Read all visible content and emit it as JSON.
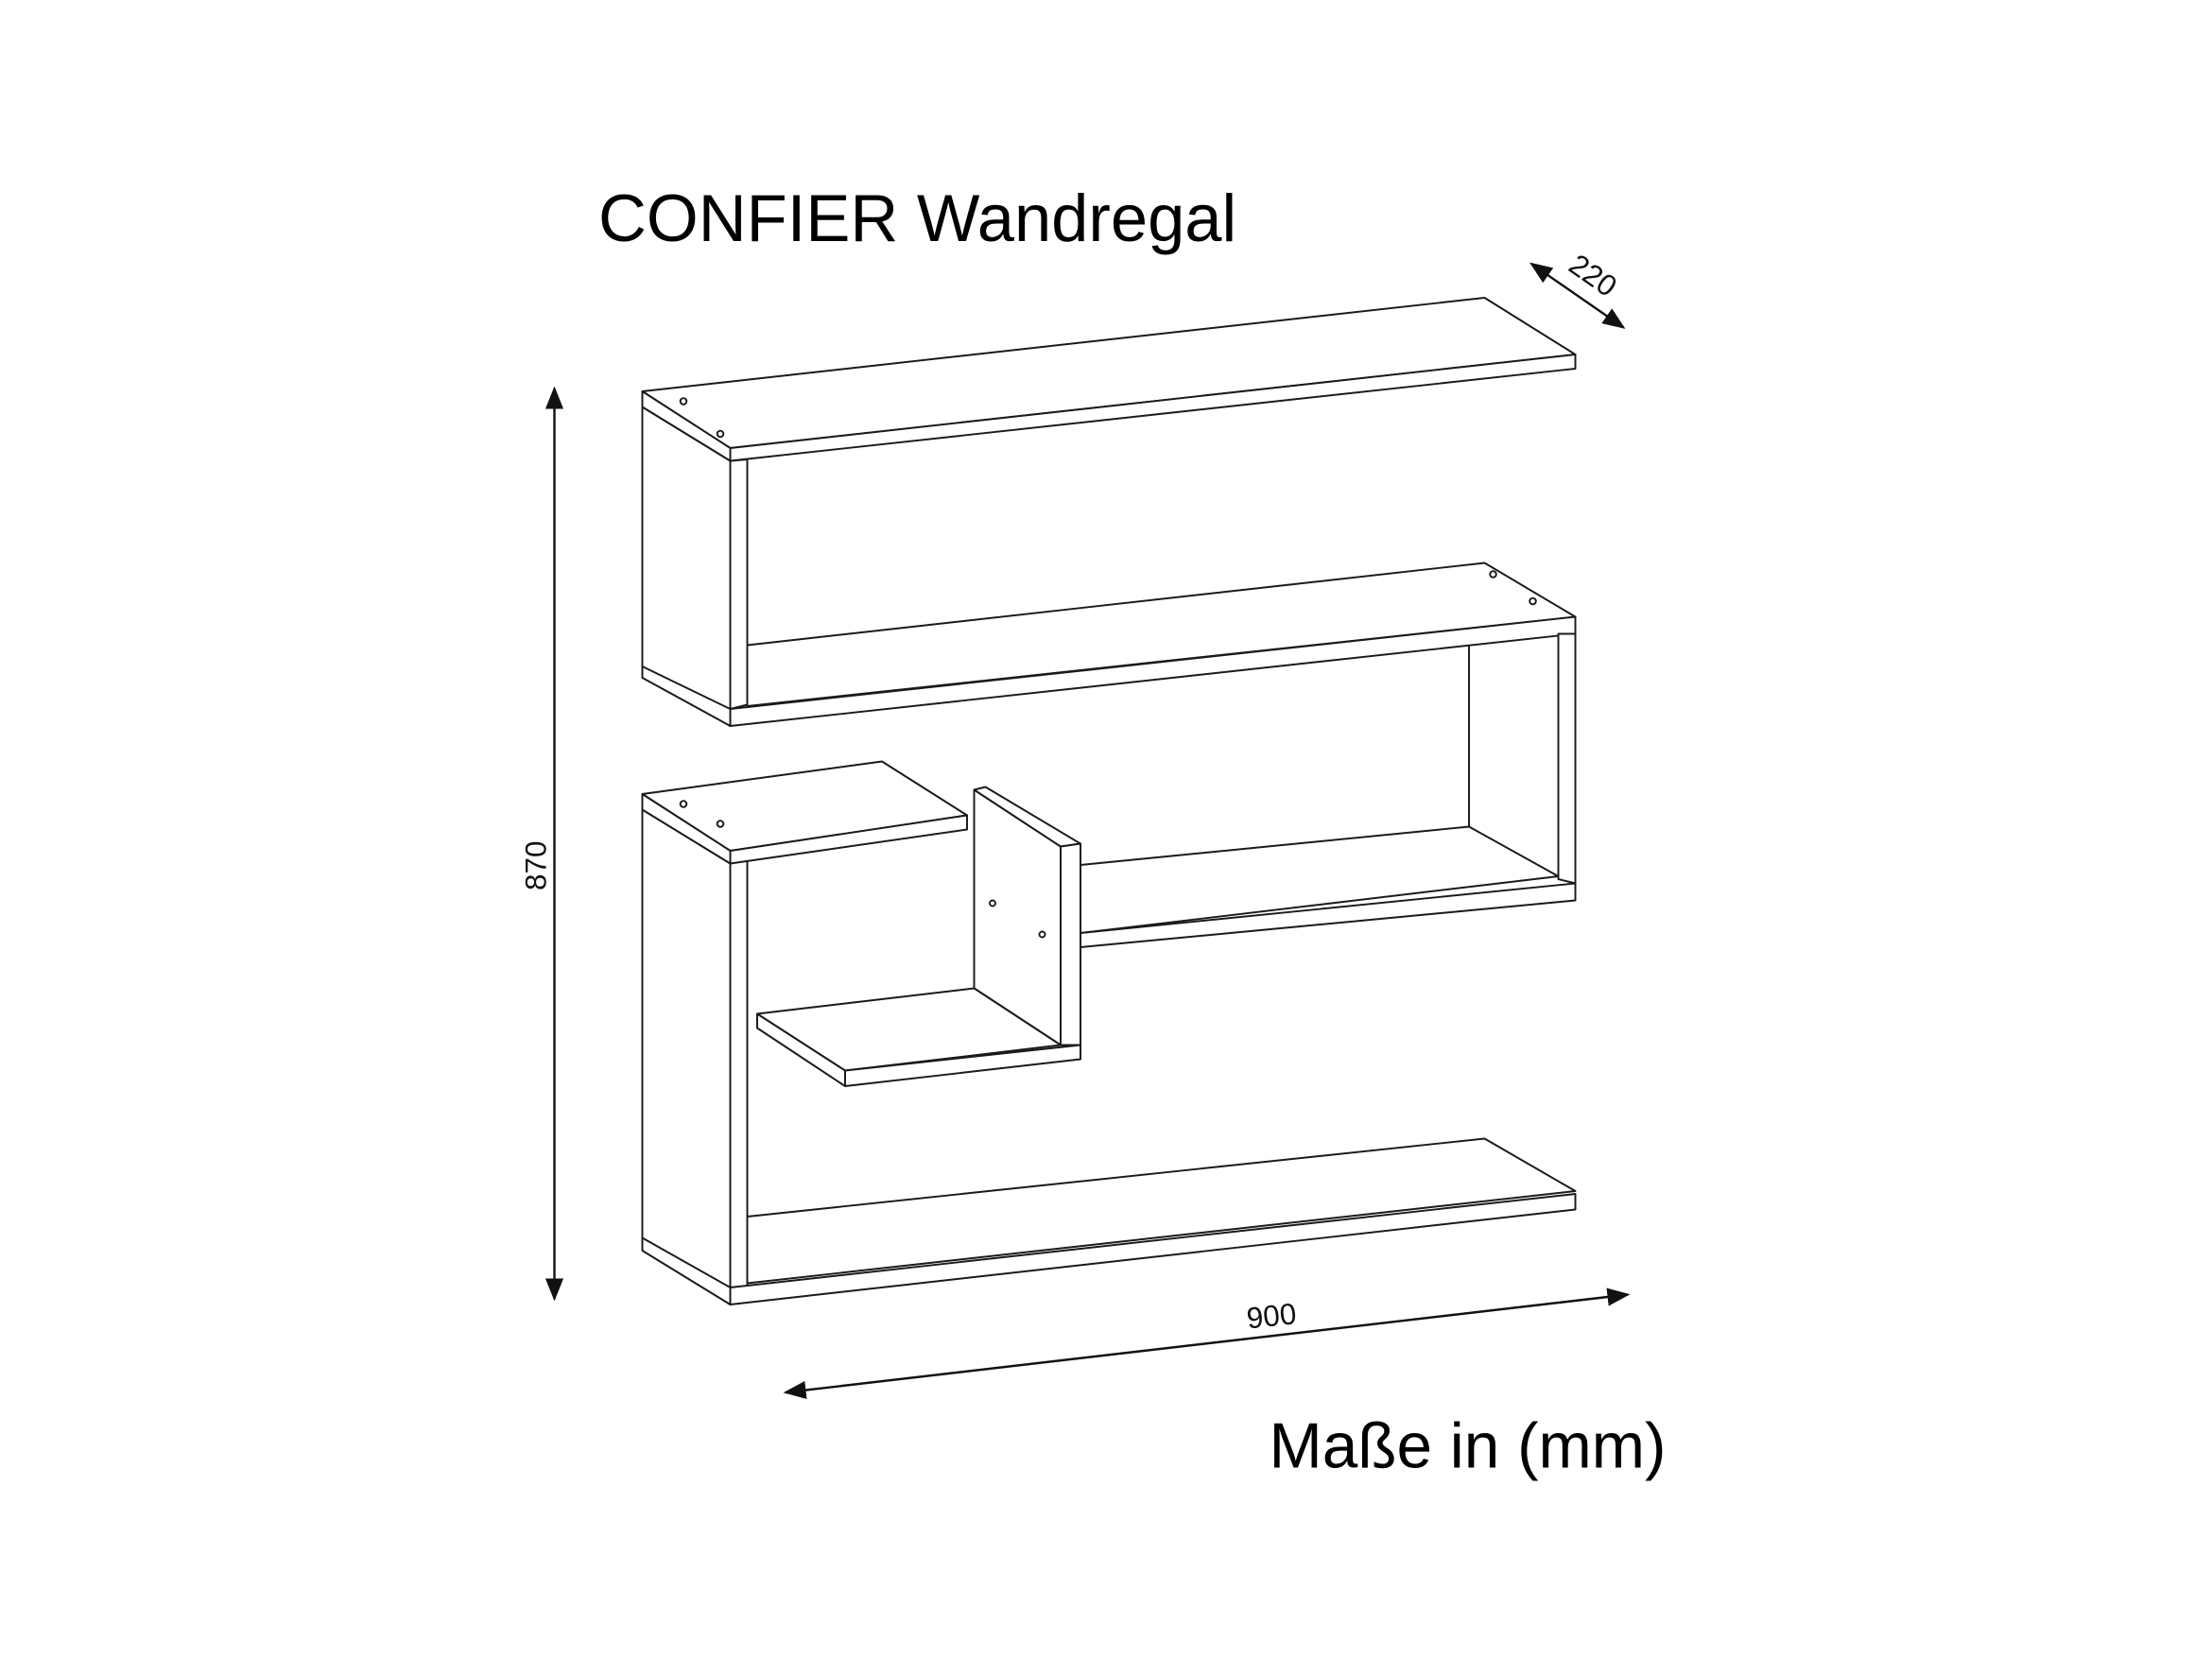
{
  "title": "CONFIER Wandregal",
  "units_note": "Maße in (mm)",
  "dimensions": {
    "height": "870",
    "width": "900",
    "depth": "220"
  }
}
